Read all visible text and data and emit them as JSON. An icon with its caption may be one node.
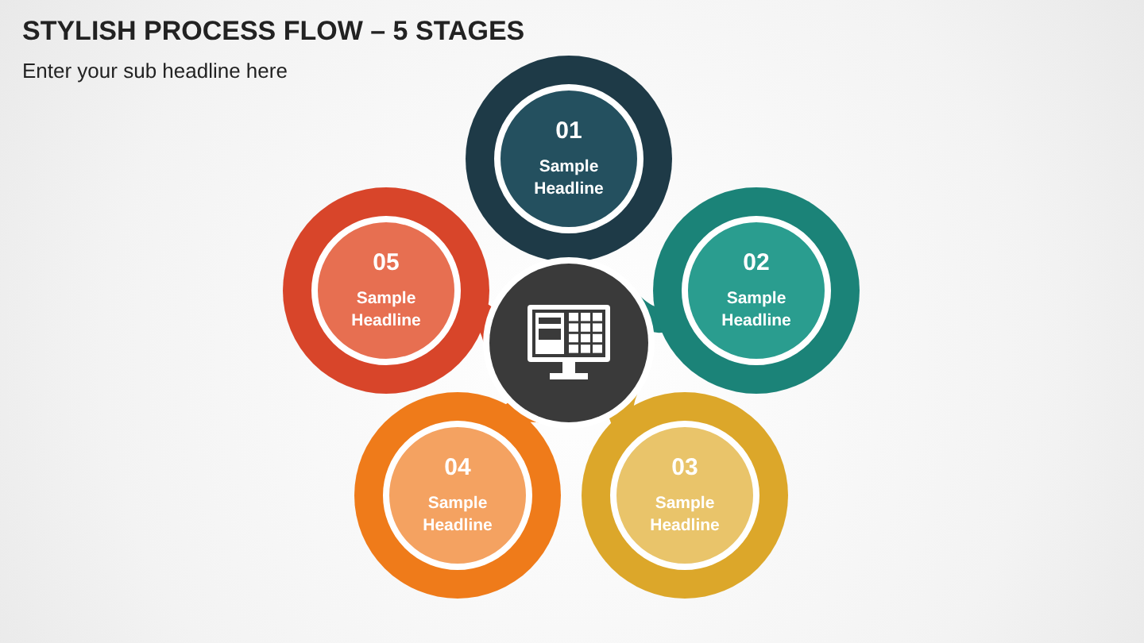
{
  "diagram": {
    "title": "STYLISH PROCESS FLOW – 5 STAGES",
    "nodes": [
      {
        "text": [
          "01",
          "Sample Headline"
        ]
      },
      {
        "text": [
          "02",
          "Sample Headline"
        ]
      },
      {
        "text": [
          "03",
          "Sample Headline"
        ]
      },
      {
        "text": [
          "04",
          "Sample Headline"
        ]
      },
      {
        "text": [
          "05",
          "Sample Headline"
        ]
      },
      {
        "text": [],
        "shape": "circle"
      }
    ],
    "edges": [],
    "labels": [
      "Enter your sub headline here"
    ]
  }
}
